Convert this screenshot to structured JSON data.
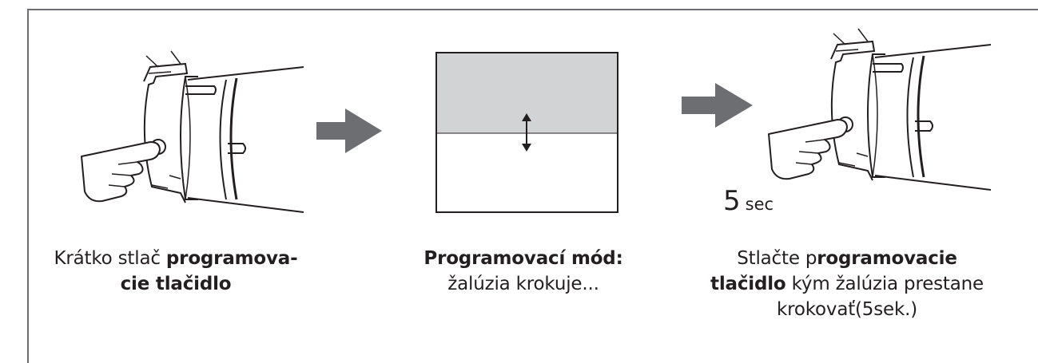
{
  "step1": {
    "caption_plain": "Krátko stlač ",
    "caption_bold_1": "programova-",
    "caption_bold_2": "cie tlačidlo"
  },
  "step2": {
    "caption_bold": "Programovací mód:",
    "caption_plain": "žalúzia krokuje..."
  },
  "step3": {
    "timer_value": "5",
    "timer_unit": "sec",
    "caption_plain_1": "Stlačte p",
    "caption_bold_1": "rogramovacie",
    "caption_bold_2": "tlačidlo",
    "caption_plain_2": " kým žalúzia prestane",
    "caption_plain_3": "krokovať(5sek.)"
  },
  "colors": {
    "arrow": "#6d6e71",
    "blind_shade": "#d1d3d4",
    "line": "#231f20"
  }
}
